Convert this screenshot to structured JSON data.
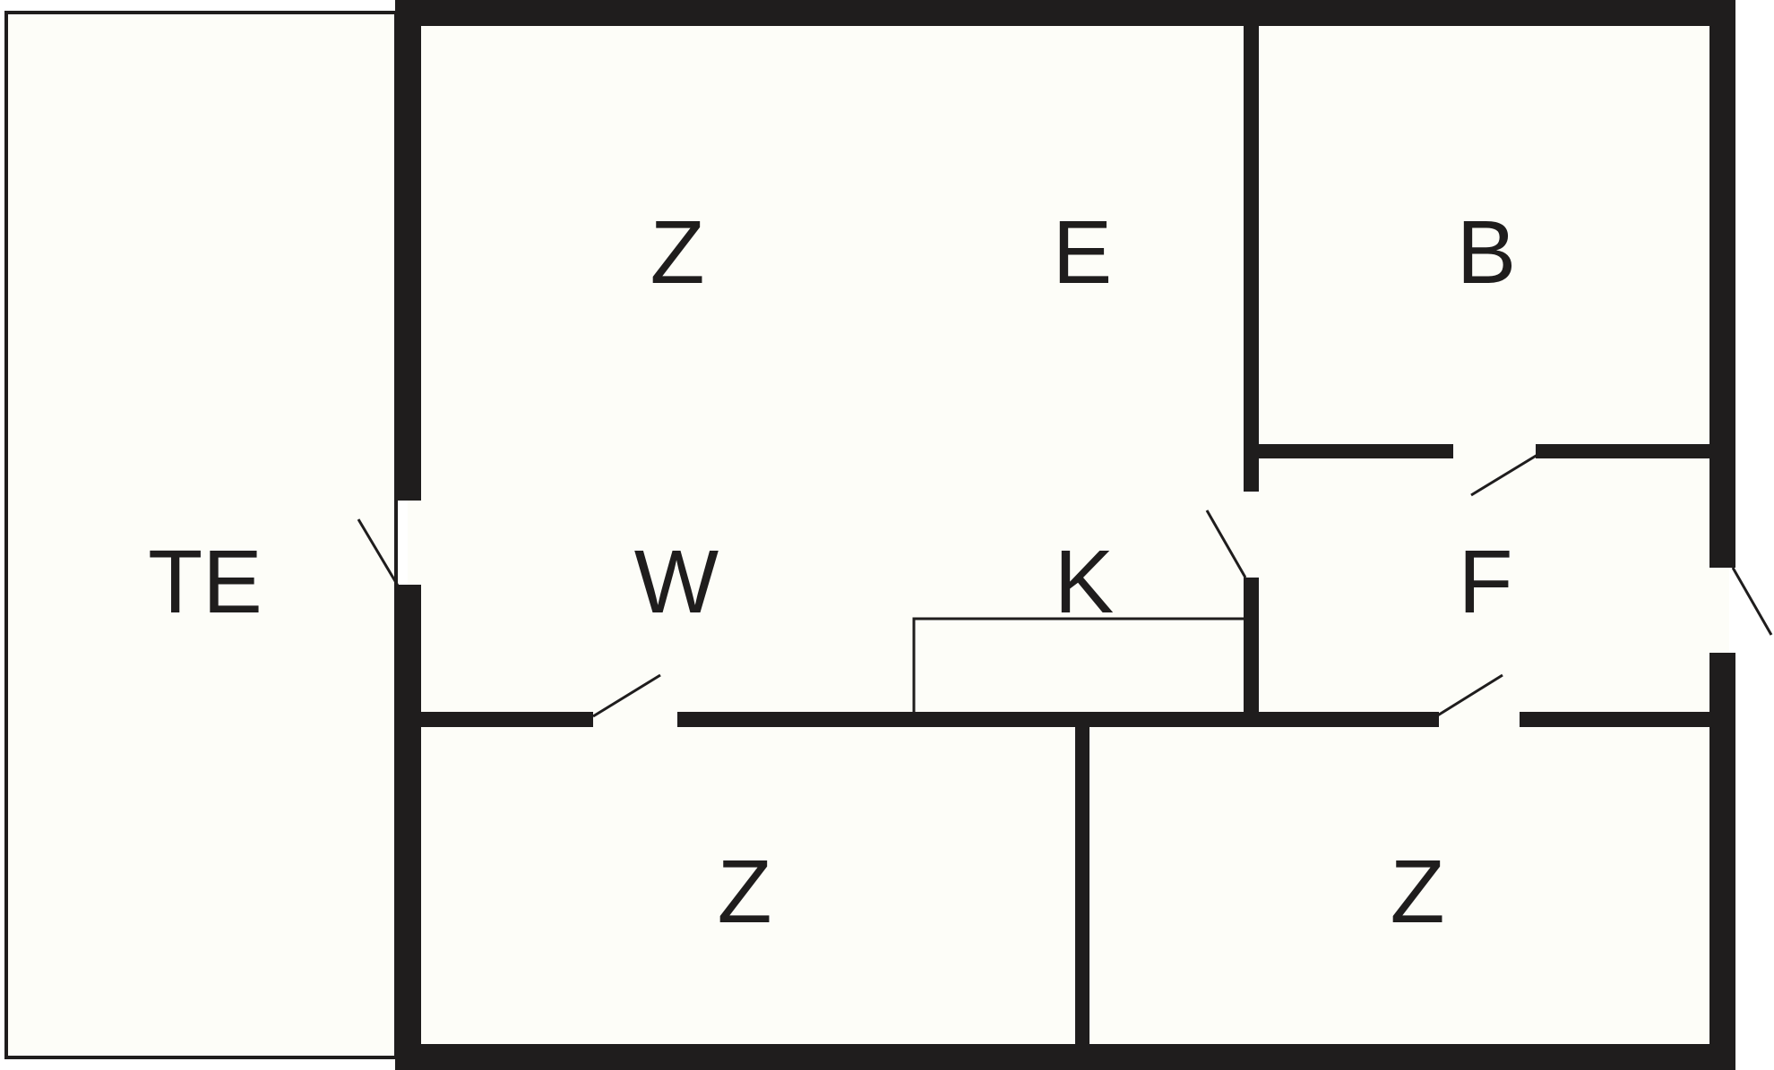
{
  "floorplan": {
    "colors": {
      "wall": "#1f1d1d",
      "floor": "#fdfdf8",
      "background": "#ffffff"
    },
    "rooms": {
      "wohnzimmer_left_z": "Z",
      "wohnzimmer_right_e": "E",
      "bad": "B",
      "terrasse": "TE",
      "wohnen": "W",
      "kueche": "K",
      "flur": "F",
      "zimmer_left": "Z",
      "zimmer_right": "Z"
    }
  }
}
